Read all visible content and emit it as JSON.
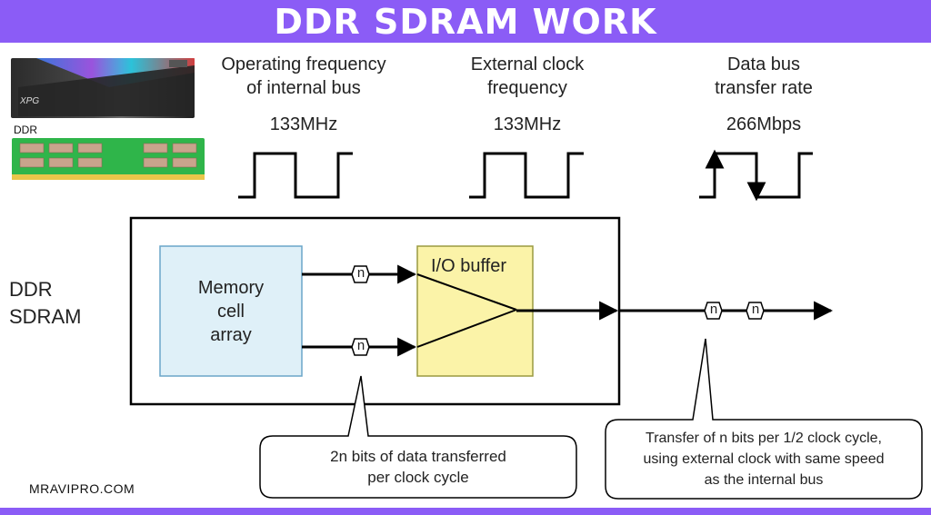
{
  "header": {
    "title": "DDR SDRAM WORK"
  },
  "thumbnails": {
    "ram_label": "DDR",
    "brand_mark": "XPG"
  },
  "columns": [
    {
      "heading_line1": "Operating frequency",
      "heading_line2": "of internal bus",
      "value": "133MHz"
    },
    {
      "heading_line1": "External clock",
      "heading_line2": "frequency",
      "value": "133MHz"
    },
    {
      "heading_line1": "Data bus",
      "heading_line2": "transfer rate",
      "value": "266Mbps"
    }
  ],
  "diagram": {
    "side_label_line1": "DDR",
    "side_label_line2": "SDRAM",
    "memory_line1": "Memory",
    "memory_line2": "cell",
    "memory_line3": "array",
    "io_buffer": "I/O buffer",
    "n": "n",
    "callout_left_line1": "2n bits of data transferred",
    "callout_left_line2": "per clock cycle",
    "callout_right_line1": "Transfer of n bits per 1/2 clock cycle,",
    "callout_right_line2": "using external clock with same speed",
    "callout_right_line3": "as the internal bus"
  },
  "footer": {
    "site": "MRAVIPRO.COM"
  },
  "colors": {
    "banner": "#8b5cf6",
    "memory_fill": "#dff0f8",
    "io_fill": "#fbf3a8",
    "pcb_green": "#2fb54a"
  }
}
